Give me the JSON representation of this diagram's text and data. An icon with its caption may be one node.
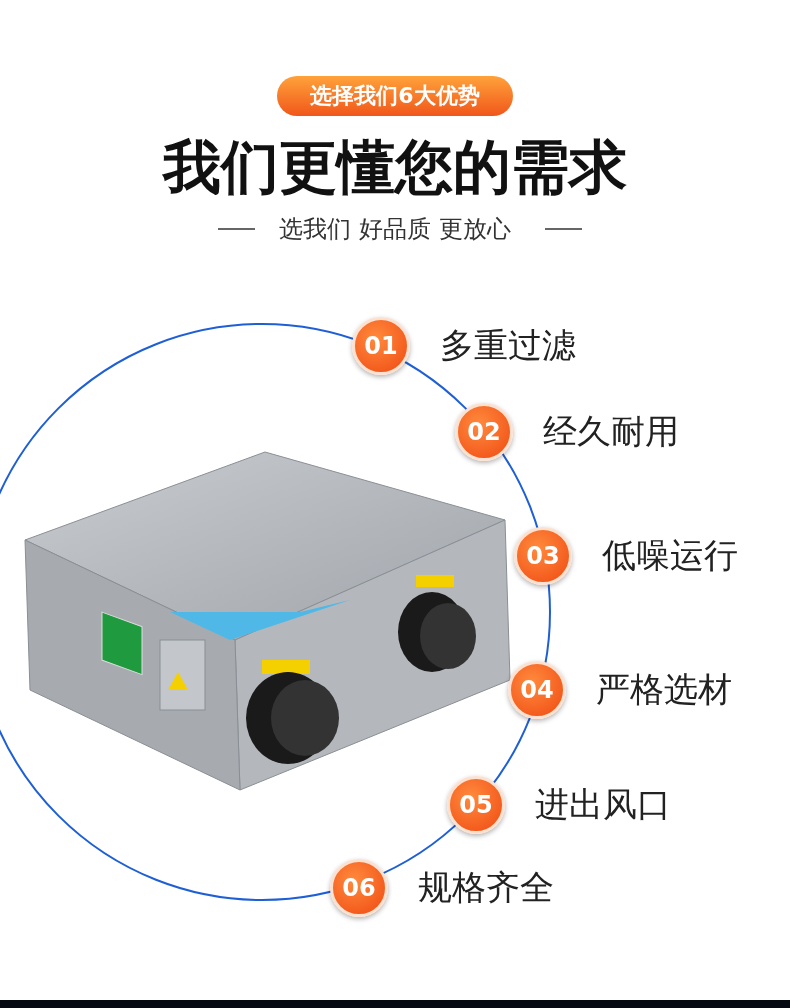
{
  "diagram": {
    "title": "我们更懂您的需求",
    "nodes": [
      {
        "text": [
          "选择我们6大优势"
        ]
      },
      {
        "text": [
          "01"
        ],
        "beside": [
          "多重过滤"
        ]
      },
      {
        "text": [
          "02"
        ],
        "beside": [
          "经久耐用"
        ]
      },
      {
        "text": [
          "03"
        ],
        "beside": [
          "低噪运行"
        ]
      },
      {
        "text": [
          "04"
        ],
        "beside": [
          "严格选材"
        ]
      },
      {
        "text": [
          "05"
        ],
        "beside": [
          "进出风口"
        ]
      },
      {
        "text": [
          "06"
        ],
        "beside": [
          "规格齐全"
        ]
      }
    ],
    "labels": [
      "选我们 好品质 更放心"
    ]
  }
}
